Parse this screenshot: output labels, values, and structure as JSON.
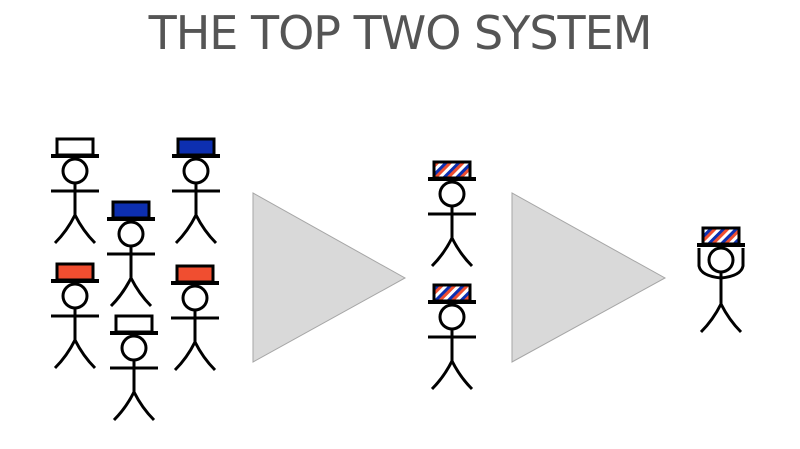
{
  "title": "THE TOP TWO SYSTEM",
  "colors": {
    "stroke": "#000000",
    "arrow_fill": "#d9d9d9",
    "arrow_stroke": "#a6a6a6",
    "blue": "#0d2fb0",
    "red": "#f04e30",
    "white": "#ffffff"
  },
  "groups": {
    "candidates": [
      {
        "hat": "white"
      },
      {
        "hat": "blue"
      },
      {
        "hat": "blue"
      },
      {
        "hat": "red"
      },
      {
        "hat": "red"
      },
      {
        "hat": "white"
      }
    ],
    "finalists": [
      {
        "hat": "tricolor"
      },
      {
        "hat": "tricolor"
      }
    ],
    "winner": {
      "hat": "tricolor",
      "pose": "arms-up"
    }
  }
}
